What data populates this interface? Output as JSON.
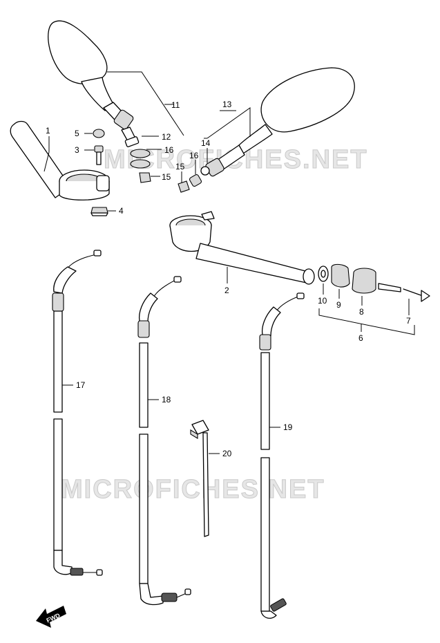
{
  "watermarks": [
    "MICROFICHES.NET",
    "MICROFICHES.NET"
  ],
  "fwd_label": "FWD",
  "callouts": {
    "c1": "1",
    "c2": "2",
    "c3": "3",
    "c4": "4",
    "c5": "5",
    "c6": "6",
    "c7": "7",
    "c8": "8",
    "c9": "9",
    "c10": "10",
    "c11": "11",
    "c12": "12",
    "c13": "13",
    "c14": "14",
    "c15a": "15",
    "c15b": "15",
    "c16a": "16",
    "c16b": "16",
    "c17": "17",
    "c18": "18",
    "c19": "19",
    "c20": "20"
  },
  "colors": {
    "line": "#000000",
    "shade": "#d9d9d9",
    "watermark": "#e6e6e6"
  }
}
